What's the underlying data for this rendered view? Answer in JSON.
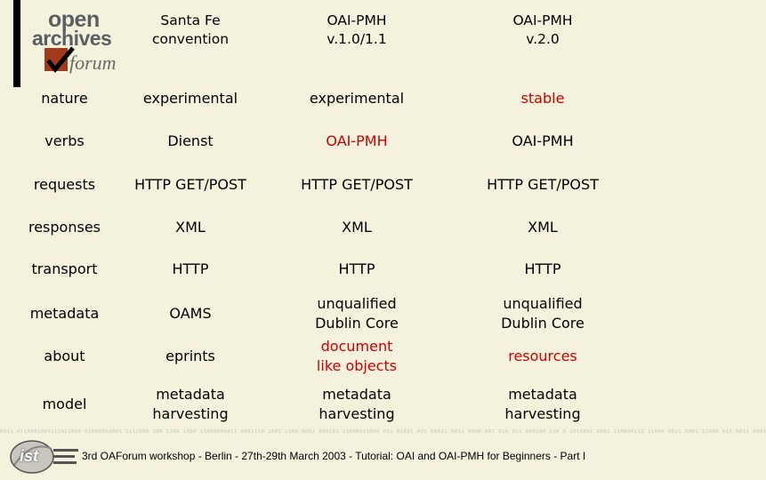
{
  "logo": {
    "line1": "open",
    "line2": "archives",
    "line3": "forum"
  },
  "table": {
    "headers": [
      "",
      "Santa Fe\nconvention",
      "OAI-PMH\nv.1.0/1.1",
      "OAI-PMH\nv.2.0"
    ],
    "rows": [
      [
        "nature",
        "experimental",
        "experimental",
        "stable"
      ],
      [
        "verbs",
        "Dienst",
        "OAI-PMH",
        "OAI-PMH"
      ],
      [
        "requests",
        "HTTP GET/POST",
        "HTTP GET/POST",
        "HTTP GET/POST"
      ],
      [
        "responses",
        "XML",
        "XML",
        "XML"
      ],
      [
        "transport",
        "HTTP",
        "HTTP",
        "HTTP"
      ],
      [
        "metadata",
        "OAMS",
        "unqualified\nDublin Core",
        "unqualified\nDublin Core"
      ],
      [
        "about",
        "eprints",
        "document\nlike objects",
        "resources"
      ],
      [
        "model",
        "metadata\nharvesting",
        "metadata\nharvesting",
        "metadata\nharvesting"
      ]
    ]
  },
  "highlight_color": "#cc0000",
  "binary_strip": "0011 0110001001111011000 01000010001 1111000 100 1100 1000 11000000011 0001110 1001 1100 0001 000101 11000011000 011 01001 001 00011 0011 0000 001 010 011 000100 110 0 1010001 0001 110000111 11000 0011 0001 11000 010 0011 0001",
  "ist_logo": "ist",
  "footer": "3rd OAForum workshop - Berlin - 27th-29th March 2003 - Tutorial: OAI and OAI-PMH for Beginners - Part I"
}
